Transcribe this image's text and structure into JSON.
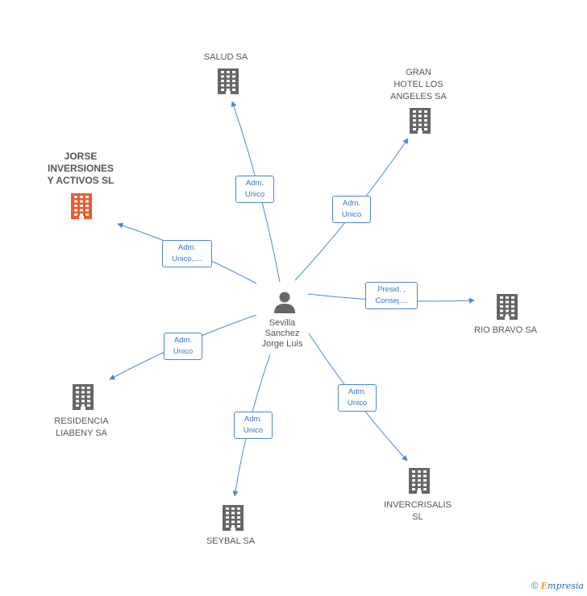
{
  "center": {
    "name": "Sevilla\nSanchez\nJorge Luis",
    "icon": "person-icon"
  },
  "companies": [
    {
      "id": "salud",
      "name": "SALUD SA",
      "icon": "building-icon",
      "color": "#666666"
    },
    {
      "id": "gran-hotel",
      "name": "GRAN\nHOTEL LOS\nANGELES SA",
      "icon": "building-icon",
      "color": "#666666"
    },
    {
      "id": "jorse",
      "name": "JORSE\nINVERSIONES\nY ACTIVOS  SL",
      "icon": "building-icon",
      "color": "#ee5a2a",
      "highlight": true
    },
    {
      "id": "rio-bravo",
      "name": "RIO BRAVO SA",
      "icon": "building-icon",
      "color": "#666666"
    },
    {
      "id": "residencia",
      "name": "RESIDENCIA\nLIABENY SA",
      "icon": "building-icon",
      "color": "#666666"
    },
    {
      "id": "invercrisalis",
      "name": "INVERCRISALIS\nSL",
      "icon": "building-icon",
      "color": "#666666"
    },
    {
      "id": "seybal",
      "name": "SEYBAL SA",
      "icon": "building-icon",
      "color": "#666666"
    }
  ],
  "relations": [
    {
      "to": "salud",
      "label": "Adm.\nUnico"
    },
    {
      "to": "gran-hotel",
      "label": "Adm.\nUnico"
    },
    {
      "to": "jorse",
      "label": "Adm.\nUnico,...."
    },
    {
      "to": "rio-bravo",
      "label": "Presid. ,\nConsej...."
    },
    {
      "to": "residencia",
      "label": "Adm.\nUnico"
    },
    {
      "to": "invercrisalis",
      "label": "Adm.\nUnico"
    },
    {
      "to": "seybal",
      "label": "Adm.\nUnico"
    }
  ],
  "footer": {
    "copyright": "©",
    "brand_first": "E",
    "brand_rest": "mpresia"
  },
  "colors": {
    "edge": "#4a86d6",
    "building": "#666666",
    "highlight": "#ee5a2a",
    "person": "#666666"
  }
}
